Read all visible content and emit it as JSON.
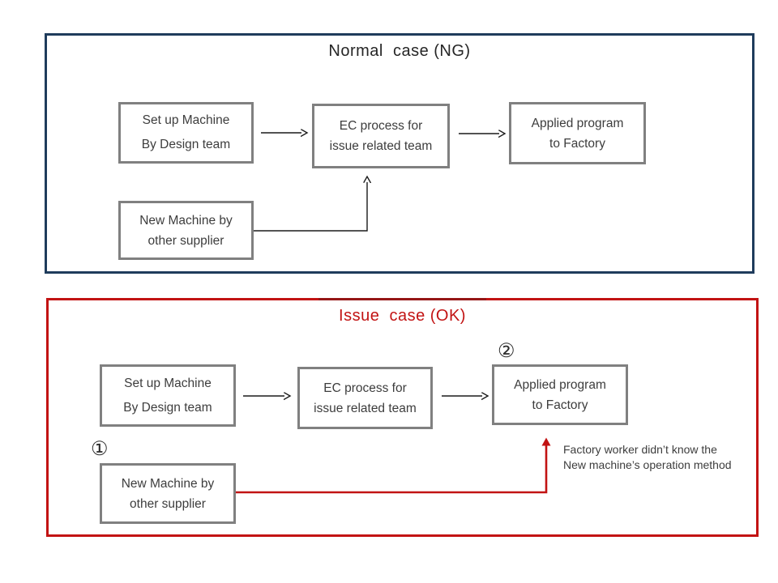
{
  "colors": {
    "normal_panel_border": "#1f3c5c",
    "issue_panel_border": "#c21313",
    "issue_accent_line": "#951616",
    "box_border": "#808080",
    "box_text": "#3d3d3d",
    "arrow_black": "#1a1a1a",
    "arrow_red": "#c21313"
  },
  "normal_panel": {
    "title": "Normal  case (NG)",
    "boxes": {
      "setup": {
        "line1": "Set up Machine",
        "line2": "By Design team"
      },
      "ec_process": {
        "line1": "EC process for",
        "line2": "issue related team"
      },
      "applied": {
        "line1": "Applied program",
        "line2": "to Factory"
      },
      "new_machine": {
        "line1": "New Machine by",
        "line2": "other supplier"
      }
    }
  },
  "issue_panel": {
    "title": "Issue  case (OK)",
    "step1_marker": "①",
    "step2_marker": "②",
    "boxes": {
      "setup": {
        "line1": "Set up Machine",
        "line2": "By Design team"
      },
      "ec_process": {
        "line1": "EC process for",
        "line2": "issue related team"
      },
      "applied": {
        "line1": "Applied program",
        "line2": "to Factory"
      },
      "new_machine": {
        "line1": "New Machine by",
        "line2": "other supplier"
      }
    },
    "note": {
      "line1": "Factory worker didn’t know the",
      "line2": "New machine’s operation method"
    }
  }
}
